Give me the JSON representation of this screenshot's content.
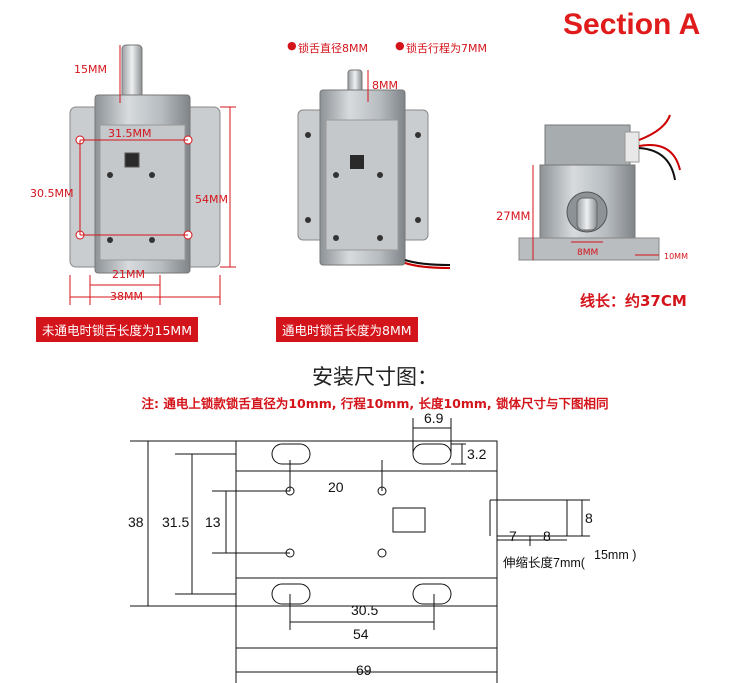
{
  "section_title": "Section A",
  "photo1": {
    "dims": {
      "d15": "15MM",
      "d315": "31.5MM",
      "d305": "30.5MM",
      "d54": "54MM",
      "d21": "21MM",
      "d38": "38MM"
    },
    "caption": "未通电时锁舌长度为15MM"
  },
  "photo2": {
    "legend1": "锁舌直径8MM",
    "legend2": "锁舌行程为7MM",
    "d8": "8MM",
    "caption": "通电时锁舌长度为8MM"
  },
  "photo3": {
    "d27": "27MM",
    "d8": "8MM",
    "d10": "10MM",
    "wire_length": "线长：约37CM"
  },
  "drawing": {
    "heading": "安装尺寸图：",
    "note": "注: 通电上锁款锁舌直径为10mm, 行程10mm, 长度10mm, 锁体尺寸与下图相同",
    "dims": {
      "d69_top": "6.9",
      "d32": "3.2",
      "d38": "38",
      "d315": "31.5",
      "d13": "13",
      "d20": "20",
      "d305": "30.5",
      "d54": "54",
      "d69": "69",
      "d7": "7",
      "d8a": "8",
      "d8b": "8",
      "stroke_label": "伸缩长度7mm(",
      "stroke_tail": "15mm )"
    }
  },
  "colors": {
    "accent": "#d4141b",
    "title": "#e01b1b",
    "line": "#111111"
  }
}
